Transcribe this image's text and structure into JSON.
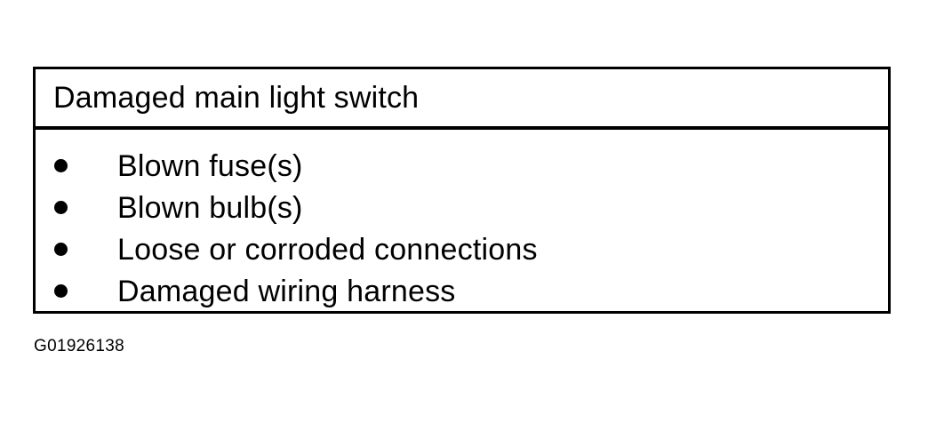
{
  "table": {
    "header": "Damaged main light switch",
    "items": [
      "Blown fuse(s)",
      "Blown bulb(s)",
      "Loose or corroded connections",
      "Damaged wiring harness"
    ]
  },
  "figure_id": "G01926138"
}
